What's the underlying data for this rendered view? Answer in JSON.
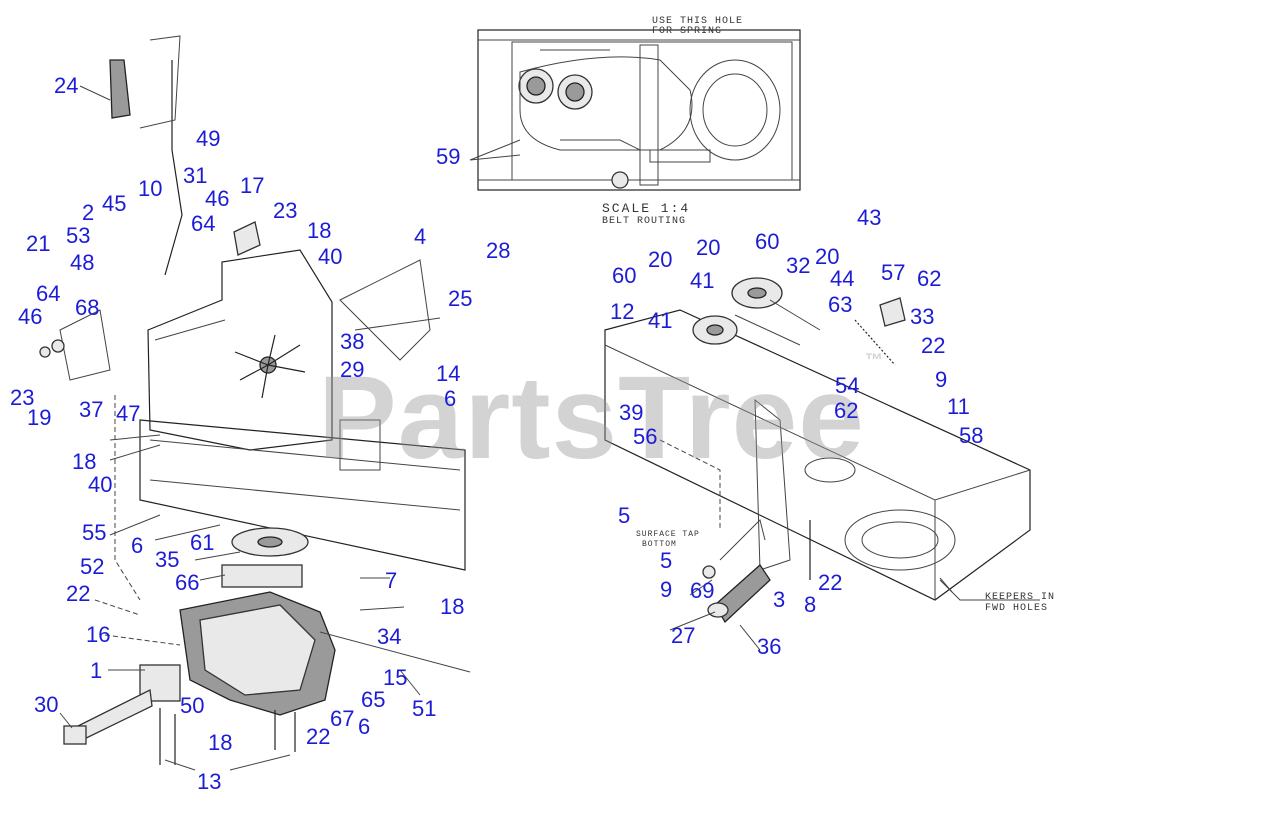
{
  "watermark": "PartsTree",
  "watermark_mark": "™",
  "colors": {
    "callout": "#1c1cd6",
    "line": "#222222",
    "watermark": "#969696"
  },
  "notes": {
    "use_hole_1": "USE THIS HOLE",
    "use_hole_2": "FOR SPRING",
    "scale": "SCALE 1:4",
    "belt_routing": "BELT ROUTING",
    "surface_tap_1": "SURFACE TAP",
    "surface_tap_2": "BOTTOM",
    "keepers_1": "KEEPERS IN",
    "keepers_2": "FWD HOLES"
  },
  "callouts": {
    "c24": "24",
    "c49": "49",
    "c10": "10",
    "c31": "31",
    "c46a": "46",
    "c17": "17",
    "c2": "2",
    "c45": "45",
    "c64a": "64",
    "c23a": "23",
    "c18a": "18",
    "c40a": "40",
    "c4": "4",
    "c28": "28",
    "c21": "21",
    "c53": "53",
    "c48": "48",
    "c25": "25",
    "c64b": "64",
    "c46b": "46",
    "c68": "68",
    "c38": "38",
    "c29": "29",
    "c14": "14",
    "c6a": "6",
    "c23b": "23",
    "c19": "19",
    "c37": "37",
    "c47": "47",
    "c18b": "18",
    "c40b": "40",
    "c55": "55",
    "c6b": "6",
    "c61": "61",
    "c35": "35",
    "c66": "66",
    "c7": "7",
    "c52": "52",
    "c22a": "22",
    "c18c": "18",
    "c16": "16",
    "c34": "34",
    "c1": "1",
    "c15": "15",
    "c30": "30",
    "c50": "50",
    "c65": "65",
    "c51": "51",
    "c67": "67",
    "c6c": "6",
    "c18d": "18",
    "c22b": "22",
    "c13": "13",
    "c59": "59",
    "c20a": "20",
    "c60a": "60",
    "c43": "43",
    "c20b": "20",
    "c32": "32",
    "c20c": "20",
    "c60b": "60",
    "c41a": "41",
    "c44": "44",
    "c57": "57",
    "c62a": "62",
    "c12": "12",
    "c63": "63",
    "c33": "33",
    "c41b": "41",
    "c22c": "22",
    "c54": "54",
    "c9a": "9",
    "c39": "39",
    "c62b": "62",
    "c11": "11",
    "c56": "56",
    "c58": "58",
    "c5a": "5",
    "c5b": "5",
    "c9b": "9",
    "c69": "69",
    "c3": "3",
    "c8": "8",
    "c22d": "22",
    "c27": "27",
    "c36": "36"
  }
}
